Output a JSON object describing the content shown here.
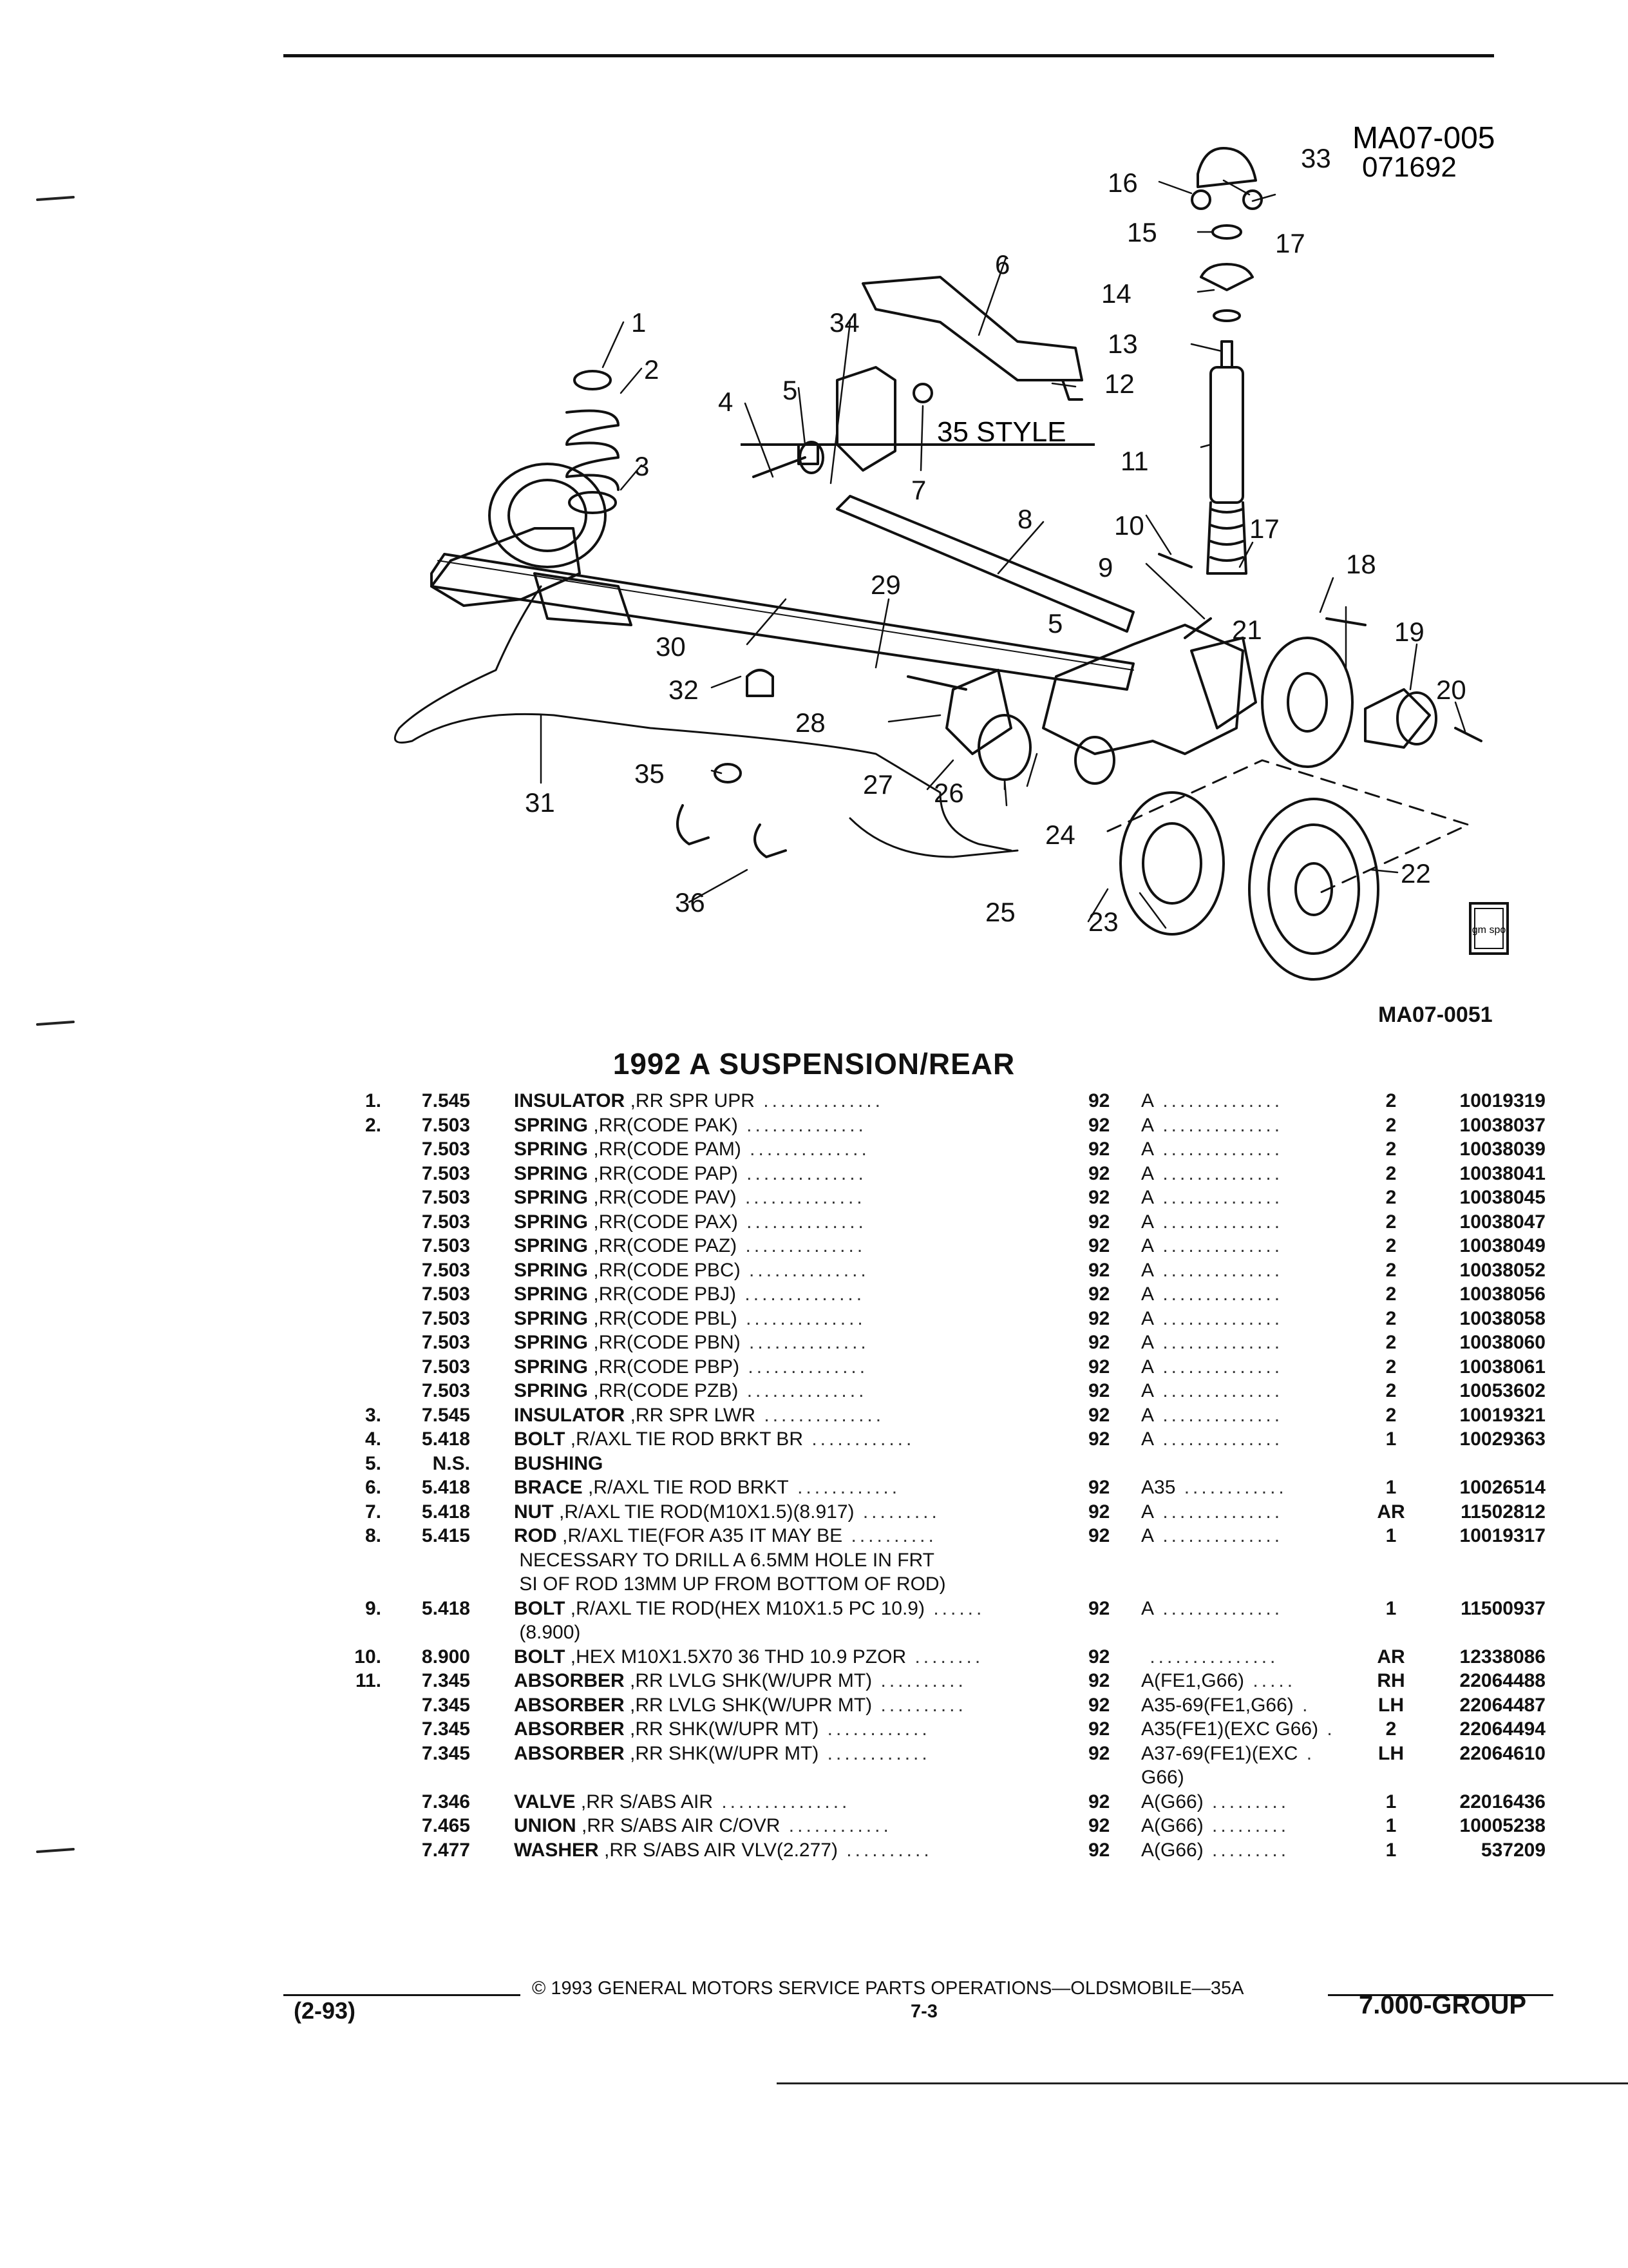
{
  "diagram": {
    "code": "MA07-005",
    "date": "071692",
    "style_note": "35 STYLE",
    "drawing_code": "MA07-0051",
    "logo_text": "gm spo",
    "callouts": [
      "1",
      "2",
      "3",
      "4",
      "5",
      "5",
      "6",
      "7",
      "8",
      "9",
      "10",
      "11",
      "12",
      "13",
      "14",
      "15",
      "16",
      "17",
      "17",
      "18",
      "19",
      "20",
      "21",
      "22",
      "23",
      "24",
      "25",
      "26",
      "27",
      "28",
      "29",
      "30",
      "31",
      "32",
      "33",
      "34",
      "35",
      "36"
    ]
  },
  "section_title": "1992 A SUSPENSION/REAR",
  "parts": [
    {
      "item": "1.",
      "code": "7.545",
      "name": "INSULATOR",
      "desc": ",RR SPR UPR",
      "yr": "92",
      "app": "A",
      "qty": "2",
      "part": "10019319"
    },
    {
      "item": "2.",
      "code": "7.503",
      "name": "SPRING",
      "desc": ",RR(CODE PAK)",
      "yr": "92",
      "app": "A",
      "qty": "2",
      "part": "10038037"
    },
    {
      "item": "",
      "code": "7.503",
      "name": "SPRING",
      "desc": ",RR(CODE PAM)",
      "yr": "92",
      "app": "A",
      "qty": "2",
      "part": "10038039"
    },
    {
      "item": "",
      "code": "7.503",
      "name": "SPRING",
      "desc": ",RR(CODE PAP)",
      "yr": "92",
      "app": "A",
      "qty": "2",
      "part": "10038041"
    },
    {
      "item": "",
      "code": "7.503",
      "name": "SPRING",
      "desc": ",RR(CODE PAV)",
      "yr": "92",
      "app": "A",
      "qty": "2",
      "part": "10038045"
    },
    {
      "item": "",
      "code": "7.503",
      "name": "SPRING",
      "desc": ",RR(CODE PAX)",
      "yr": "92",
      "app": "A",
      "qty": "2",
      "part": "10038047"
    },
    {
      "item": "",
      "code": "7.503",
      "name": "SPRING",
      "desc": ",RR(CODE PAZ)",
      "yr": "92",
      "app": "A",
      "qty": "2",
      "part": "10038049"
    },
    {
      "item": "",
      "code": "7.503",
      "name": "SPRING",
      "desc": ",RR(CODE PBC)",
      "yr": "92",
      "app": "A",
      "qty": "2",
      "part": "10038052"
    },
    {
      "item": "",
      "code": "7.503",
      "name": "SPRING",
      "desc": ",RR(CODE PBJ)",
      "yr": "92",
      "app": "A",
      "qty": "2",
      "part": "10038056"
    },
    {
      "item": "",
      "code": "7.503",
      "name": "SPRING",
      "desc": ",RR(CODE PBL)",
      "yr": "92",
      "app": "A",
      "qty": "2",
      "part": "10038058"
    },
    {
      "item": "",
      "code": "7.503",
      "name": "SPRING",
      "desc": ",RR(CODE PBN)",
      "yr": "92",
      "app": "A",
      "qty": "2",
      "part": "10038060"
    },
    {
      "item": "",
      "code": "7.503",
      "name": "SPRING",
      "desc": ",RR(CODE PBP)",
      "yr": "92",
      "app": "A",
      "qty": "2",
      "part": "10038061"
    },
    {
      "item": "",
      "code": "7.503",
      "name": "SPRING",
      "desc": ",RR(CODE PZB)",
      "yr": "92",
      "app": "A",
      "qty": "2",
      "part": "10053602"
    },
    {
      "item": "3.",
      "code": "7.545",
      "name": "INSULATOR",
      "desc": ",RR SPR LWR",
      "yr": "92",
      "app": "A",
      "qty": "2",
      "part": "10019321"
    },
    {
      "item": "4.",
      "code": "5.418",
      "name": "BOLT",
      "desc": ",R/AXL TIE ROD BRKT BR",
      "yr": "92",
      "app": "A",
      "qty": "1",
      "part": "10029363"
    },
    {
      "item": "5.",
      "code": "N.S.",
      "name": "BUSHING",
      "desc": "",
      "yr": "",
      "app": "",
      "qty": "",
      "part": ""
    },
    {
      "item": "6.",
      "code": "5.418",
      "name": "BRACE",
      "desc": ",R/AXL TIE ROD BRKT",
      "yr": "92",
      "app": "A35",
      "qty": "1",
      "part": "10026514"
    },
    {
      "item": "7.",
      "code": "5.418",
      "name": "NUT",
      "desc": ",R/AXL TIE ROD(M10X1.5)(8.917)",
      "yr": "92",
      "app": "A",
      "qty": "AR",
      "part": "11502812"
    },
    {
      "item": "8.",
      "code": "5.415",
      "name": "ROD",
      "desc": ",R/AXL TIE(FOR A35 IT MAY BE",
      "yr": "92",
      "app": "A",
      "qty": "1",
      "part": "10019317"
    },
    {
      "item": "",
      "code": "",
      "name": "",
      "desc": "NECESSARY TO DRILL A 6.5MM HOLE IN FRT",
      "yr": "",
      "app": "",
      "qty": "",
      "part": ""
    },
    {
      "item": "",
      "code": "",
      "name": "",
      "desc": "SI OF ROD 13MM UP FROM BOTTOM OF ROD)",
      "yr": "",
      "app": "",
      "qty": "",
      "part": ""
    },
    {
      "item": "9.",
      "code": "5.418",
      "name": "BOLT",
      "desc": ",R/AXL TIE ROD(HEX M10X1.5 PC 10.9)",
      "yr": "92",
      "app": "A",
      "qty": "1",
      "part": "11500937"
    },
    {
      "item": "",
      "code": "",
      "name": "",
      "desc": "(8.900)",
      "yr": "",
      "app": "",
      "qty": "",
      "part": ""
    },
    {
      "item": "10.",
      "code": "8.900",
      "name": "BOLT",
      "desc": ",HEX M10X1.5X70 36 THD 10.9 PZOR",
      "yr": "92",
      "app": "",
      "qty": "AR",
      "part": "12338086"
    },
    {
      "item": "11.",
      "code": "7.345",
      "name": "ABSORBER",
      "desc": ",RR LVLG SHK(W/UPR MT)",
      "yr": "92",
      "app": "A(FE1,G66)",
      "qty": "RH",
      "part": "22064488"
    },
    {
      "item": "",
      "code": "7.345",
      "name": "ABSORBER",
      "desc": ",RR LVLG SHK(W/UPR MT)",
      "yr": "92",
      "app": "A35-69(FE1,G66)",
      "qty": "LH",
      "part": "22064487"
    },
    {
      "item": "",
      "code": "7.345",
      "name": "ABSORBER",
      "desc": ",RR SHK(W/UPR MT)",
      "yr": "92",
      "app": "A35(FE1)(EXC G66)",
      "qty": "2",
      "part": "22064494"
    },
    {
      "item": "",
      "code": "7.345",
      "name": "ABSORBER",
      "desc": ",RR SHK(W/UPR MT)",
      "yr": "92",
      "app": "A37-69(FE1)(EXC",
      "qty": "LH",
      "part": "22064610"
    },
    {
      "item": "",
      "code": "",
      "name": "",
      "desc": "",
      "yr": "",
      "app": "G66)",
      "qty": "",
      "part": ""
    },
    {
      "item": "",
      "code": "7.346",
      "name": "VALVE",
      "desc": ",RR S/ABS AIR",
      "yr": "92",
      "app": "A(G66)",
      "qty": "1",
      "part": "22016436"
    },
    {
      "item": "",
      "code": "7.465",
      "name": "UNION",
      "desc": ",RR S/ABS AIR C/OVR",
      "yr": "92",
      "app": "A(G66)",
      "qty": "1",
      "part": "10005238"
    },
    {
      "item": "",
      "code": "7.477",
      "name": "WASHER",
      "desc": ",RR S/ABS AIR VLV(2.277)",
      "yr": "92",
      "app": "A(G66)",
      "qty": "1",
      "part": "537209"
    }
  ],
  "footer": {
    "copyright": "© 1993 GENERAL MOTORS SERVICE PARTS OPERATIONS—OLDSMOBILE—35A",
    "date_code": "(2-93)",
    "page": "7-3",
    "group": "7.000-GROUP"
  }
}
